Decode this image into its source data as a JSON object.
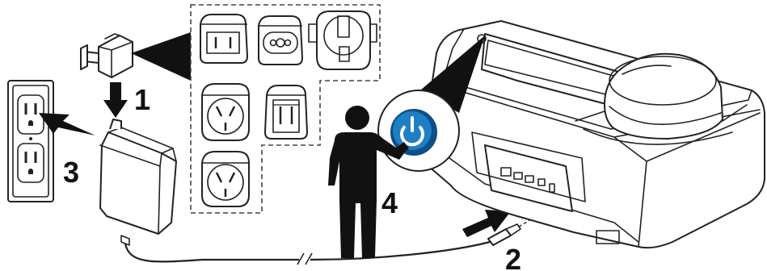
{
  "steps": [
    {
      "number": "1"
    },
    {
      "number": "2"
    },
    {
      "number": "3"
    },
    {
      "number": "4"
    }
  ],
  "icons": {
    "power_button": "power-icon",
    "person": "person-icon"
  },
  "colors": {
    "power_button_fill": "#1f7fc4",
    "power_button_ring": "#0d4f86",
    "line": "#222222",
    "dashed_box": "#444444"
  },
  "plug_adapters": [
    "adapter-us",
    "adapter-eu",
    "adapter-uk",
    "adapter-au",
    "adapter-br",
    "adapter-cn"
  ]
}
